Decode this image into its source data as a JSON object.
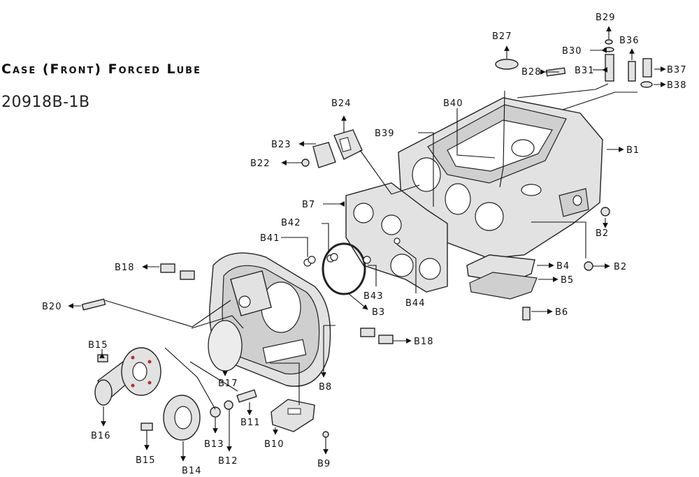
{
  "header": {
    "title": "Case (Front) Forced Lube",
    "part_number": "20918B-1B"
  },
  "labels": {
    "B1": "B1",
    "B2a": "B2",
    "B2b": "B2",
    "B3": "B3",
    "B4": "B4",
    "B5": "B5",
    "B6": "B6",
    "B7": "B7",
    "B8": "B8",
    "B9": "B9",
    "B10": "B10",
    "B11": "B11",
    "B12": "B12",
    "B13": "B13",
    "B14": "B14",
    "B15a": "B15",
    "B15b": "B15",
    "B16": "B16",
    "B17": "B17",
    "B18a": "B18",
    "B18b": "B18",
    "B20": "B20",
    "B22": "B22",
    "B23": "B23",
    "B24": "B24",
    "B27": "B27",
    "B28": "B28",
    "B29": "B29",
    "B30": "B30",
    "B31": "B31",
    "B36": "B36",
    "B37": "B37",
    "B38": "B38",
    "B39": "B39",
    "B40": "B40",
    "B41": "B41",
    "B42": "B42",
    "B43": "B43",
    "B44": "B44"
  }
}
